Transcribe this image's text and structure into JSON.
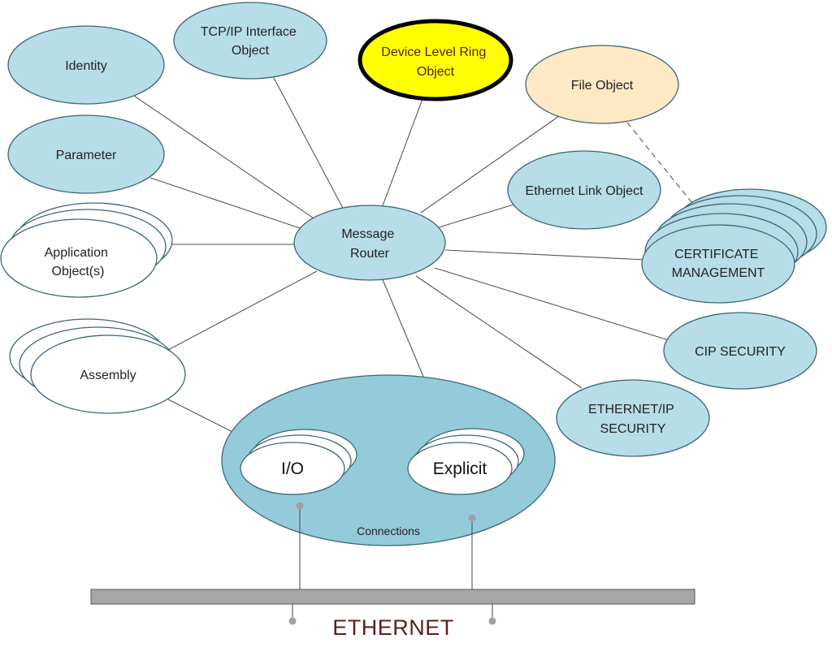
{
  "nodes": {
    "identity": "Identity",
    "tcpip": [
      "TCP/IP Interface",
      "Object"
    ],
    "dlr": [
      "Device Level Ring",
      "Object"
    ],
    "file": "File Object",
    "parameter": "Parameter",
    "ethernet_link": "Ethernet Link Object",
    "application": [
      "Application",
      "Object(s)"
    ],
    "message_router": [
      "Message",
      "Router"
    ],
    "certificate": [
      "CERTIFICATE",
      "MANAGEMENT"
    ],
    "assembly": "Assembly",
    "cip_security": "CIP SECURITY",
    "enip_security": [
      "ETHERNET/IP",
      "SECURITY"
    ],
    "io": "I/O",
    "explicit": "Explicit",
    "connections": "Connections",
    "ethernet": "ETHERNET"
  },
  "colors": {
    "object_fill": "#b7dde8",
    "dlr_fill": "#ffff00",
    "file_fill": "#fde9c4",
    "connections_fill": "#93cbdb",
    "ethernet_bus": "#a6a6a6",
    "ethernet_text": "#5a2020"
  }
}
